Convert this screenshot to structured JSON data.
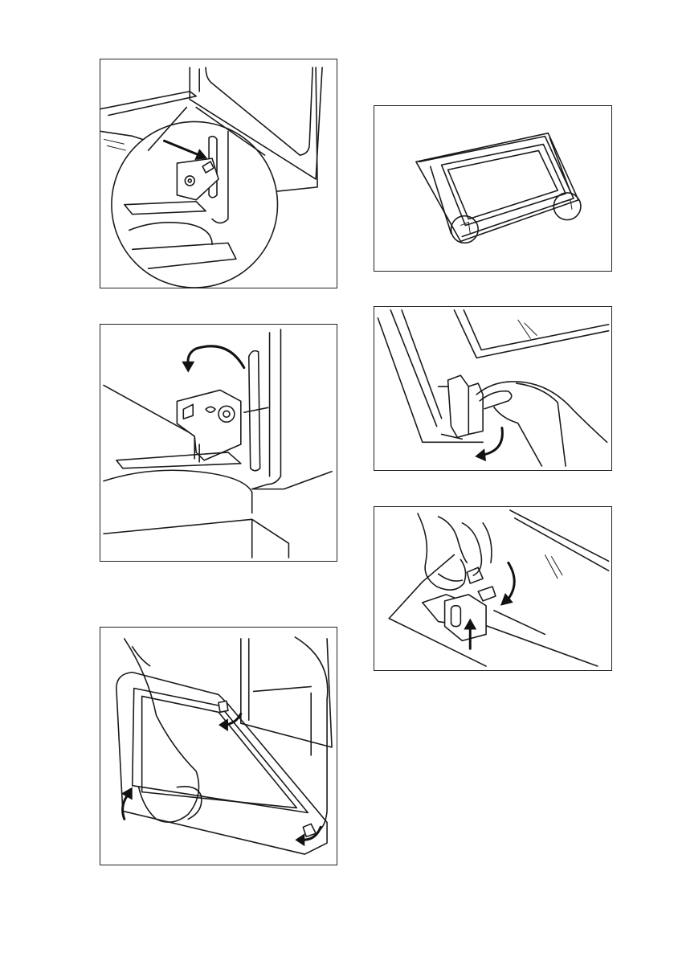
{
  "figures": [
    {
      "id": "fig1",
      "depicts": "hinge-lever-lock"
    },
    {
      "id": "fig2",
      "depicts": "hinge-lever-rotate"
    },
    {
      "id": "fig3",
      "depicts": "door-lift-off"
    },
    {
      "id": "fig4",
      "depicts": "door-on-surface"
    },
    {
      "id": "fig5",
      "depicts": "trim-release"
    },
    {
      "id": "fig6",
      "depicts": "trim-clip-lift"
    }
  ],
  "colors": {
    "line": "#1a1a1a",
    "background": "#ffffff"
  }
}
